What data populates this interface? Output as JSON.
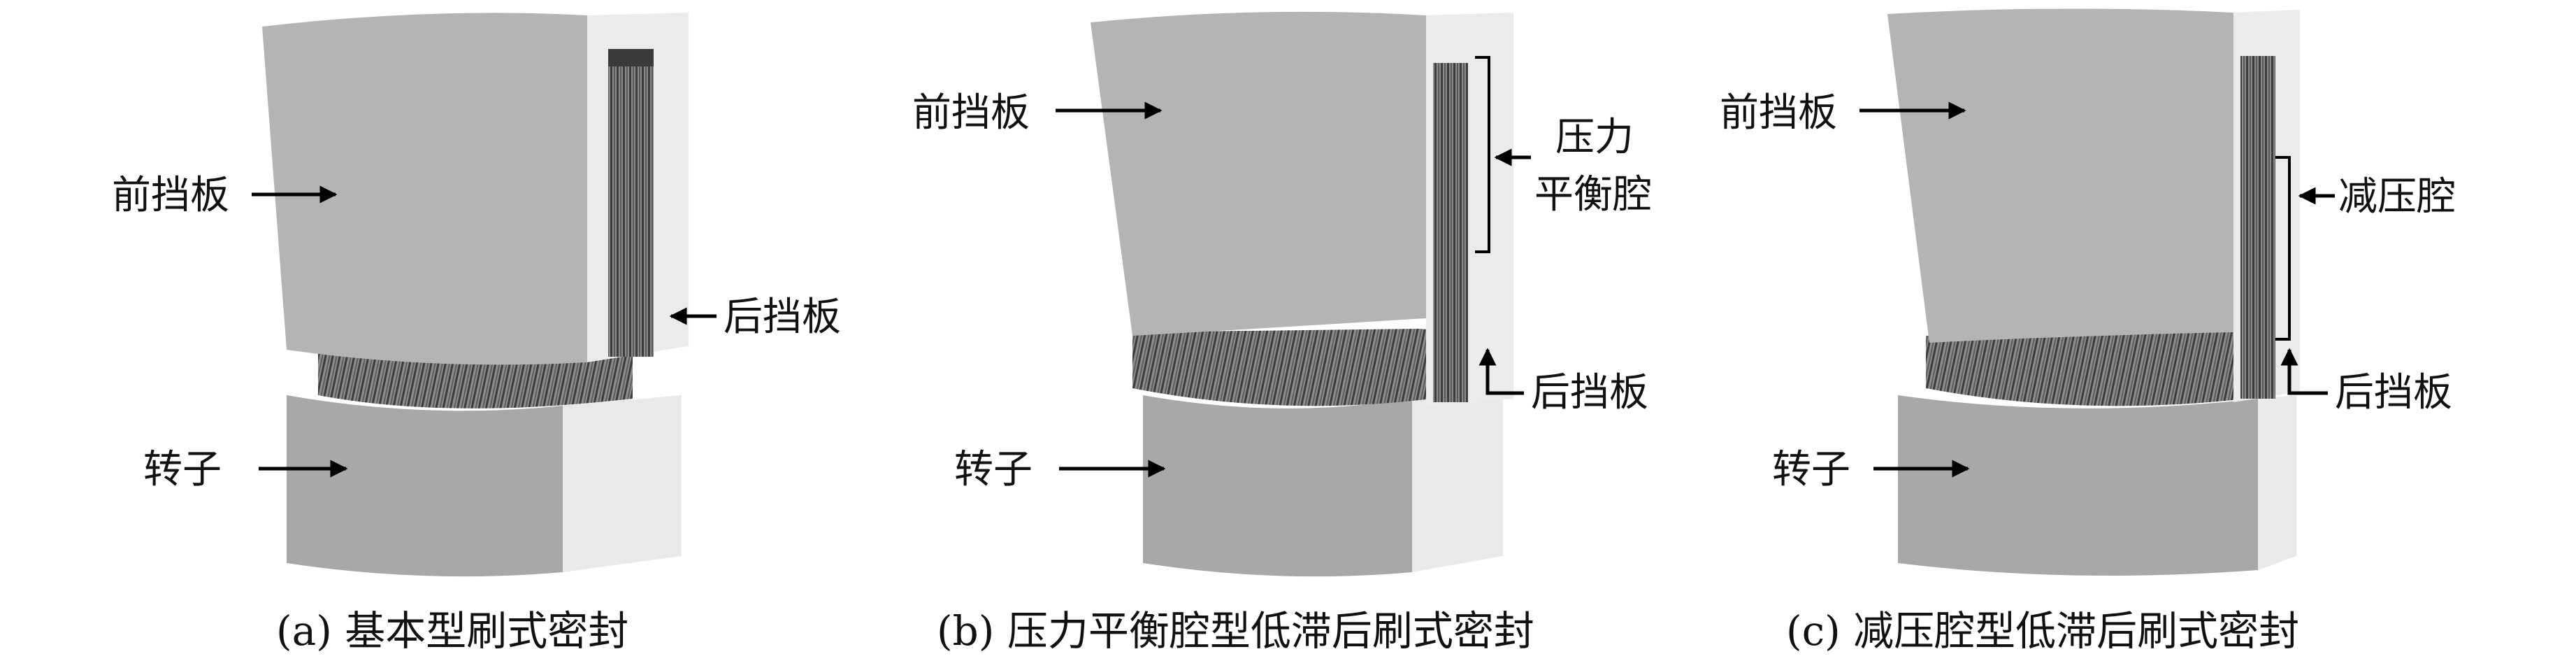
{
  "panels": [
    {
      "caption": "(a) 基本型刷式密封",
      "labels": {
        "front_plate": "前挡板",
        "back_plate": "后挡板",
        "rotor": "转子"
      }
    },
    {
      "caption": "(b) 压力平衡腔型低滞后刷式密封",
      "labels": {
        "front_plate": "前挡板",
        "cavity_line1": "压力",
        "cavity_line2": "平衡腔",
        "back_plate": "后挡板",
        "rotor": "转子"
      }
    },
    {
      "caption": "(c) 减压腔型低滞后刷式密封",
      "labels": {
        "front_plate": "前挡板",
        "cavity": "减压腔",
        "back_plate": "后挡板",
        "rotor": "转子"
      }
    }
  ],
  "colors": {
    "front_face": "#b4b4b4",
    "side_face": "#ebebeb",
    "rotor_face": "#a8a8a8",
    "rotor_side": "#e9e9e9",
    "bristle": "#5e5e5e"
  }
}
